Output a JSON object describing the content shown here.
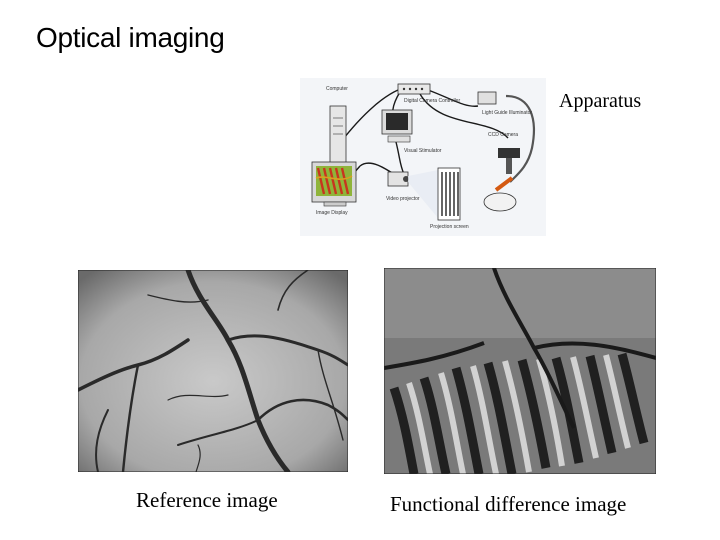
{
  "slide": {
    "title": "Optical imaging",
    "apparatus_label": "Apparatus"
  },
  "diagram": {
    "labels": {
      "computer": "Computer",
      "camera_controller": "Digital Camera Controller",
      "light_guide": "Light Guide Illuminator",
      "ccd_camera": "CCD Camera",
      "visual_stimulator": "Visual Stimulator",
      "video_projector": "Video projector",
      "image_display": "Image Display",
      "projection_screen": "Projection screen"
    }
  },
  "images": {
    "reference_caption": "Reference image",
    "functional_caption": "Functional difference image"
  }
}
